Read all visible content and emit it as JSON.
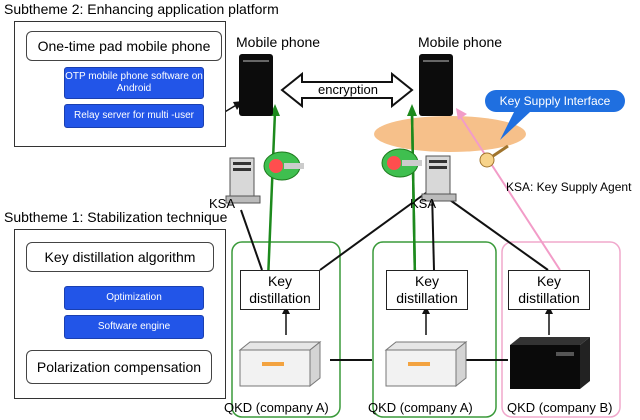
{
  "subtheme2": {
    "title": "Subtheme 2: Enhancing application platform",
    "box_title": "One-time pad mobile phone",
    "btn_otp": "OTP mobile phone software on Android",
    "btn_relay": "Relay server for multi -user"
  },
  "subtheme1": {
    "title": "Subtheme 1: Stabilization technique",
    "algo_title": "Key distillation algorithm",
    "btn_opt": "Optimization",
    "btn_engine": "Software engine",
    "polarization": "Polarization compensation"
  },
  "phones": {
    "left_label": "Mobile phone",
    "right_label": "Mobile phone"
  },
  "encryption_label": "encryption",
  "key_supply_interface": "Key Supply Interface",
  "ksa": {
    "left": "KSA",
    "right": "KSA",
    "legend": "KSA: Key Supply Agent"
  },
  "key_distillation": {
    "a1": "Key distillation",
    "a2": "Key distillation",
    "b": "Key distillation"
  },
  "qkd": {
    "a1": "QKD (company A)",
    "a2": "QKD (company A)",
    "b": "QKD (company B)"
  },
  "colors": {
    "blue": "#2255e8",
    "green": "#2e8b2e",
    "pink": "#f0a0c8",
    "orange": "#f4b97a"
  }
}
